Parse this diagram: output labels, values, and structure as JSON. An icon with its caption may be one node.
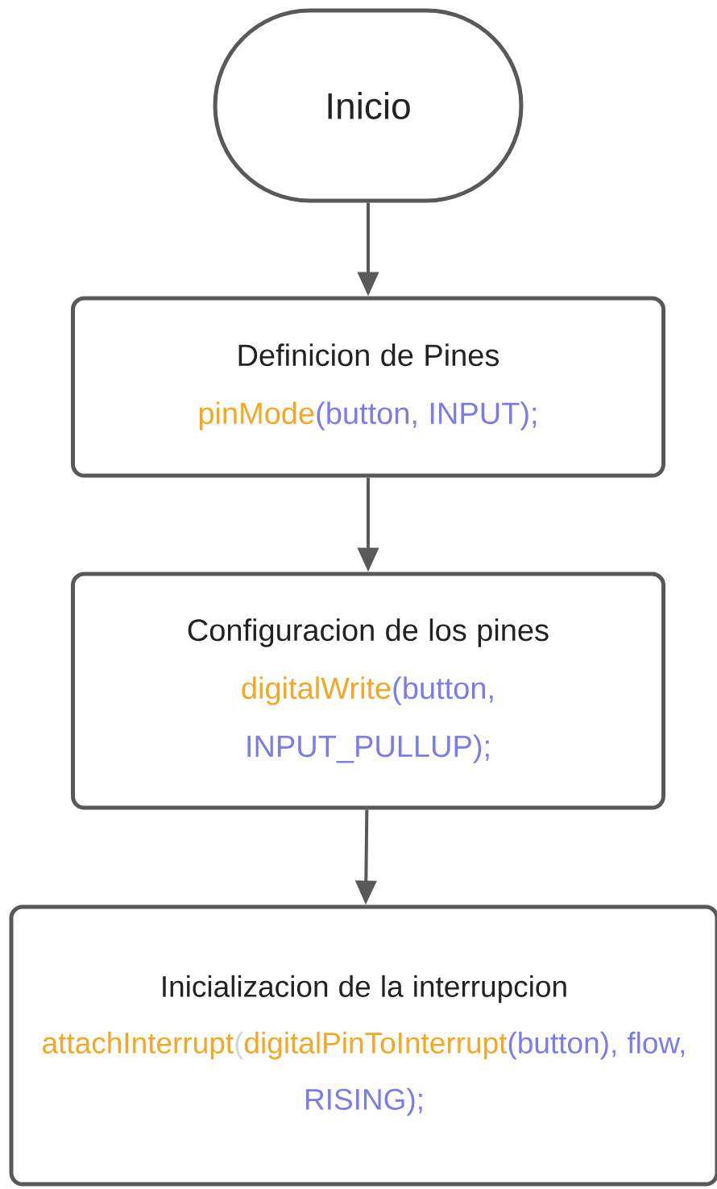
{
  "diagram": {
    "nodes": [
      {
        "text": [
          "Inicio"
        ]
      },
      {
        "text": [
          "Definicion de Pines",
          "pinMode",
          "(button, INPUT);"
        ]
      },
      {
        "text": [
          "Configuracion de los pines",
          "digitalWrite",
          "(button, INPUT_PULLUP);"
        ]
      },
      {
        "text": [
          "Inicializacion de la interrupcion",
          "attachInterrupt",
          "(",
          "digitalPinToInterrupt",
          "(button), flow, RISING);"
        ]
      }
    ],
    "edges": [
      {
        "from": 0,
        "to": 1,
        "arrow": "to"
      },
      {
        "from": 1,
        "to": 2,
        "arrow": "to"
      },
      {
        "from": 2,
        "to": 3,
        "arrow": "to"
      }
    ]
  }
}
